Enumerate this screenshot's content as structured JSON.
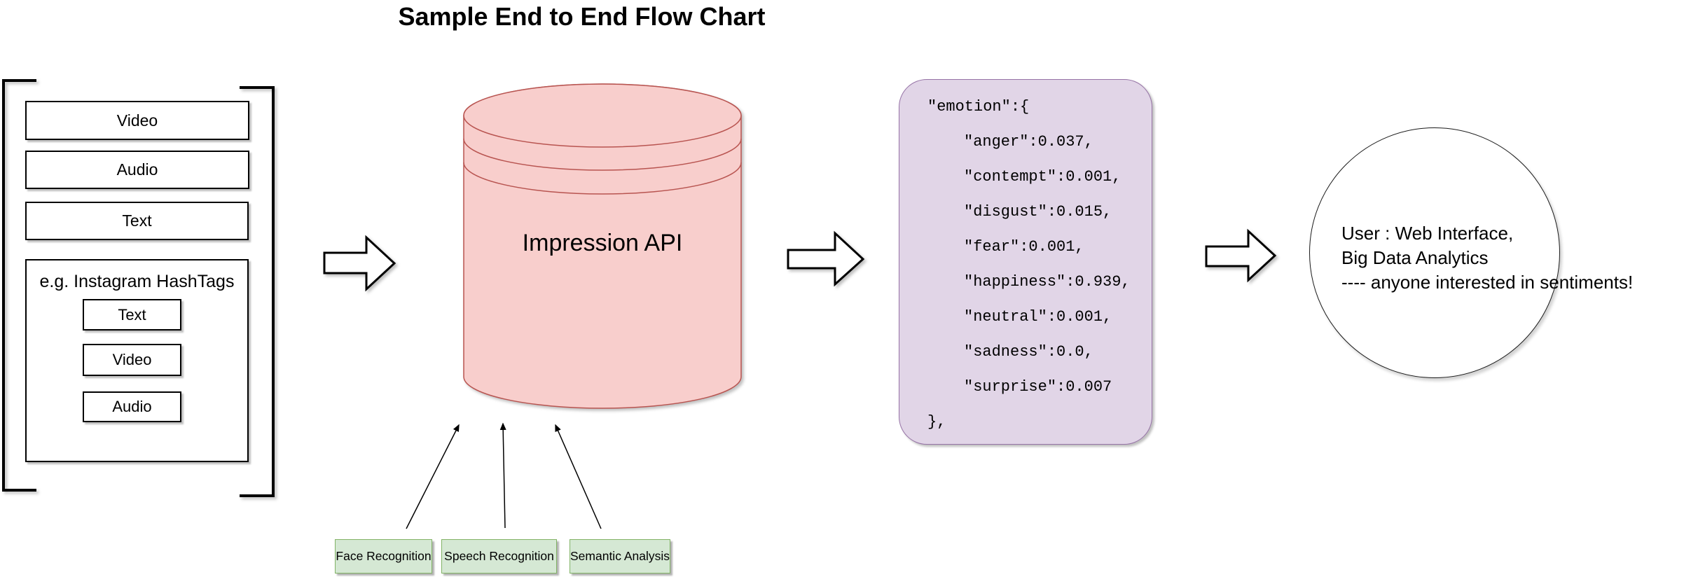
{
  "title": "Sample End to End Flow Chart",
  "colors": {
    "cylinder-fill": "#f8cecc",
    "cylinder-stroke": "#b85450",
    "json-fill": "#e1d5e7",
    "json-stroke": "#9673a6",
    "processor-fill": "#d5e8d4",
    "processor-stroke": "#82b366"
  },
  "input_group": {
    "items": [
      "Video",
      "Audio",
      "Text"
    ],
    "hashtag_box": {
      "label": "e.g. Instagram HashTags",
      "items": [
        "Text",
        "Video",
        "Audio"
      ]
    }
  },
  "api": {
    "label": "Impression API"
  },
  "json_box": {
    "lines": [
      "\"emotion\":{",
      "\"anger\":0.037,",
      "\"contempt\":0.001,",
      "\"disgust\":0.015,",
      "\"fear\":0.001,",
      "\"happiness\":0.939,",
      "\"neutral\":0.001,",
      "\"sadness\":0.0,",
      "\"surprise\":0.007",
      "},"
    ]
  },
  "user_circle": {
    "lines": [
      "User : Web Interface,",
      "Big Data Analytics",
      "---- anyone interested in sentiments!"
    ]
  },
  "processors": [
    "Face Recognition",
    "Speech Recognition",
    "Semantic Analysis"
  ]
}
